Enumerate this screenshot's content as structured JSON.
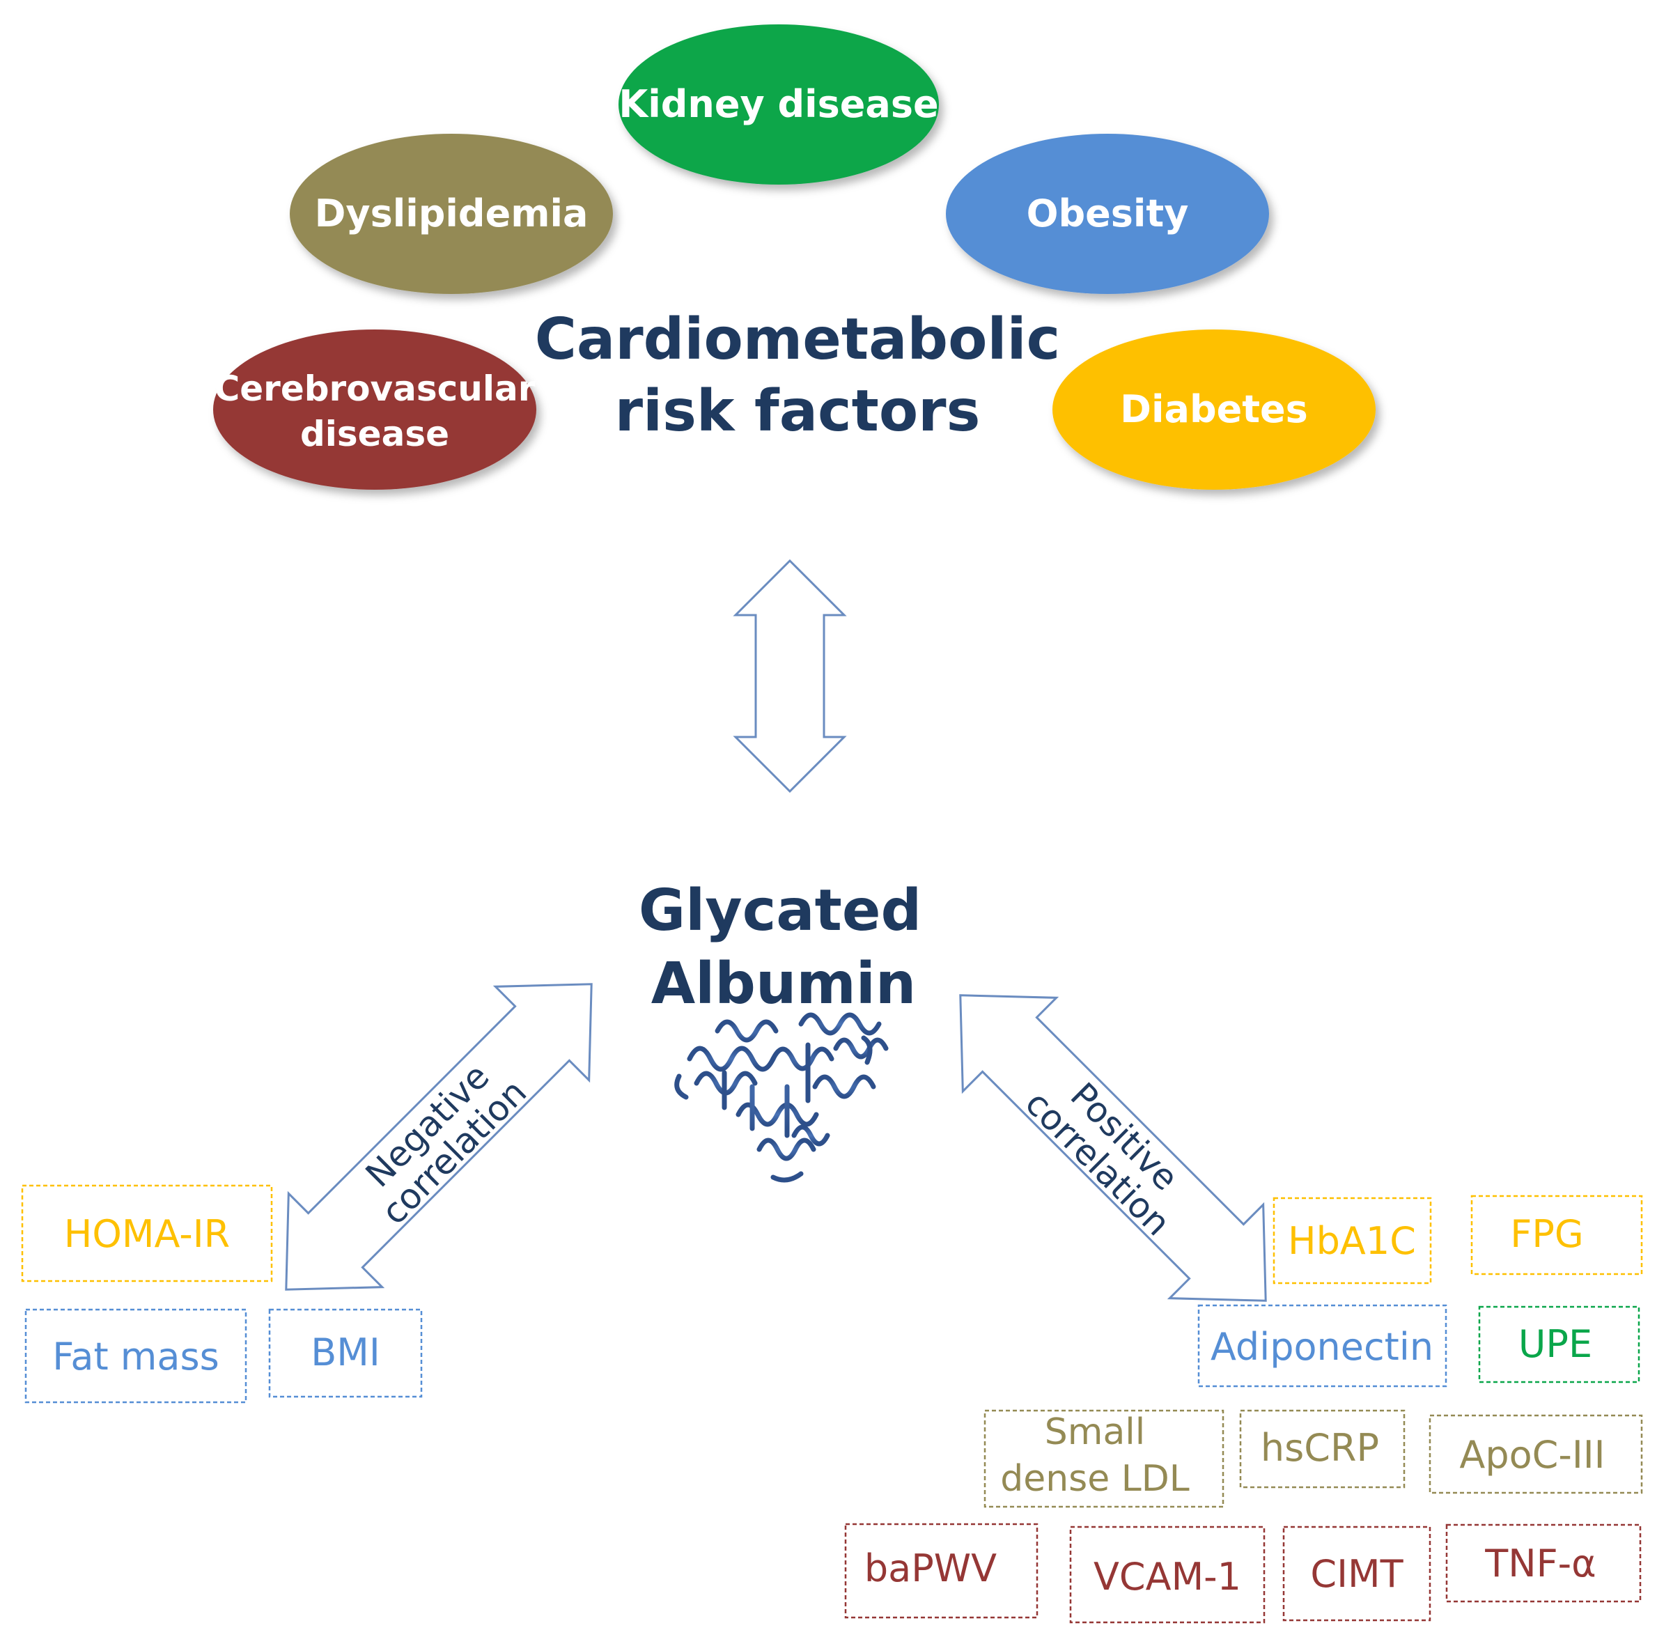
{
  "risk_factors": {
    "kidney": {
      "label": "Kidney disease",
      "color": "#0aa64a"
    },
    "dyslipidemia": {
      "label": "Dyslipidemia",
      "color": "#948a54"
    },
    "obesity": {
      "label": "Obesity",
      "color": "#558ed5"
    },
    "cerebrovascular": {
      "line1": "Cerebrovascular",
      "line2": "disease",
      "color": "#953735"
    },
    "diabetes": {
      "label": "Diabetes",
      "color": "#fec000"
    }
  },
  "titles": {
    "cardiometabolic_line1": "Cardiometabolic",
    "cardiometabolic_line2": "risk factors",
    "glycated_line1": "Glycated",
    "glycated_line2": "Albumin"
  },
  "correlations": {
    "negative_line1": "Negative",
    "negative_line2": "correlation",
    "positive_line1": "Positive",
    "positive_line2": "correlation"
  },
  "markers": {
    "homa_ir": "HOMA-IR",
    "fat_mass": "Fat mass",
    "bmi": "BMI",
    "hba1c": "HbA1C",
    "fpg": "FPG",
    "adiponectin": "Adiponectin",
    "upe": "UPE",
    "small_ldl_line1": "Small",
    "small_ldl_line2": "dense LDL",
    "hscrp": "hsCRP",
    "apoc3": "ApoC-III",
    "bapwv": "baPWV",
    "vcam1": "VCAM-1",
    "cimt": "CIMT",
    "tnfa": "TNF-α"
  },
  "colors": {
    "title": "#1f3a5f",
    "arrow_stroke": "#6a8cc0",
    "glucose": "#fec000",
    "adiposity": "#558ed5",
    "kidney": "#0aa64a",
    "lipid_inflammation": "#948a54",
    "vascular": "#953735"
  }
}
